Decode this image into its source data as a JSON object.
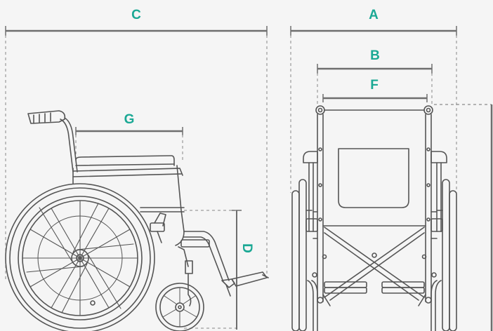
{
  "labels": {
    "a": "A",
    "b": "B",
    "c": "C",
    "d": "D",
    "f": "F",
    "g": "G"
  },
  "colors": {
    "label": "#1aa894",
    "line": "#777777",
    "outline": "#555555",
    "background": "#f5f5f5"
  }
}
